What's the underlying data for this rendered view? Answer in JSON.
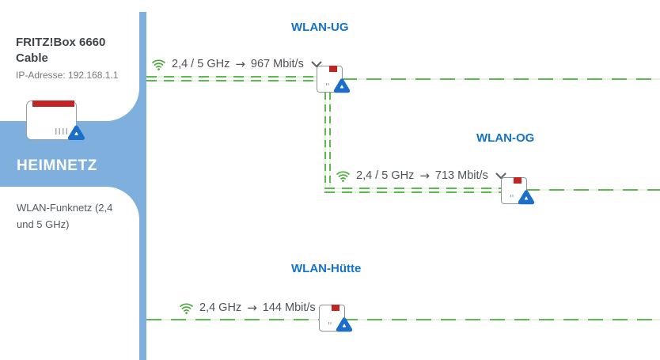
{
  "sidebar": {
    "router_name": "FRITZ!Box 6660 Cable",
    "ip_label": "IP-Adresse: 192.168.1.1",
    "section_title": "HEIMNETZ",
    "subsection_label": "WLAN-Funknetz (2,4 und 5 GHz)"
  },
  "ui": {
    "arrow_glyph": "→"
  },
  "colors": {
    "sidebar_blue": "#7fb0dd",
    "node_title_blue": "#1373cf",
    "mesh_icon_blue": "#1b6ec9",
    "line_green": "#5cba4e",
    "line_green_pale": "#e6f3df",
    "wifi_green": "#4caa3d",
    "device_red": "#c32424"
  },
  "nodes": [
    {
      "label": "WLAN-UG",
      "connection": {
        "band": "2,4 / 5 GHz",
        "speed": "967 Mbit/s",
        "has_dropdown": true
      }
    },
    {
      "label": "WLAN-OG",
      "connection": {
        "band": "2,4 / 5 GHz",
        "speed": "713 Mbit/s",
        "has_dropdown": true
      }
    },
    {
      "label": "WLAN-Hütte",
      "connection": {
        "band": "2,4 GHz",
        "speed": "144 Mbit/s",
        "has_dropdown": false
      }
    }
  ]
}
